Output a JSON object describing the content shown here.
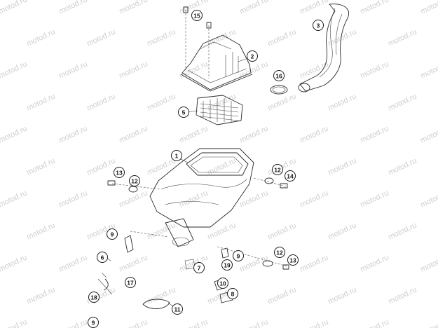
{
  "watermark": {
    "text": "motod.ru"
  },
  "callouts": [
    {
      "id": "c15",
      "label": "15"
    },
    {
      "id": "c3",
      "label": "3"
    },
    {
      "id": "c2",
      "label": "2"
    },
    {
      "id": "c16",
      "label": "16"
    },
    {
      "id": "c5",
      "label": "5"
    },
    {
      "id": "c1",
      "label": "1"
    },
    {
      "id": "c13a",
      "label": "13"
    },
    {
      "id": "c12a",
      "label": "12"
    },
    {
      "id": "c12b",
      "label": "12"
    },
    {
      "id": "c14",
      "label": "14"
    },
    {
      "id": "c9a",
      "label": "9"
    },
    {
      "id": "c6",
      "label": "6"
    },
    {
      "id": "c9b",
      "label": "9"
    },
    {
      "id": "c12c",
      "label": "12"
    },
    {
      "id": "c13b",
      "label": "13"
    },
    {
      "id": "c7",
      "label": "7"
    },
    {
      "id": "c19",
      "label": "19"
    },
    {
      "id": "c17",
      "label": "17"
    },
    {
      "id": "c10",
      "label": "10"
    },
    {
      "id": "c8",
      "label": "8"
    },
    {
      "id": "c18",
      "label": "18"
    },
    {
      "id": "c11",
      "label": "11"
    },
    {
      "id": "c9c",
      "label": "9"
    }
  ]
}
